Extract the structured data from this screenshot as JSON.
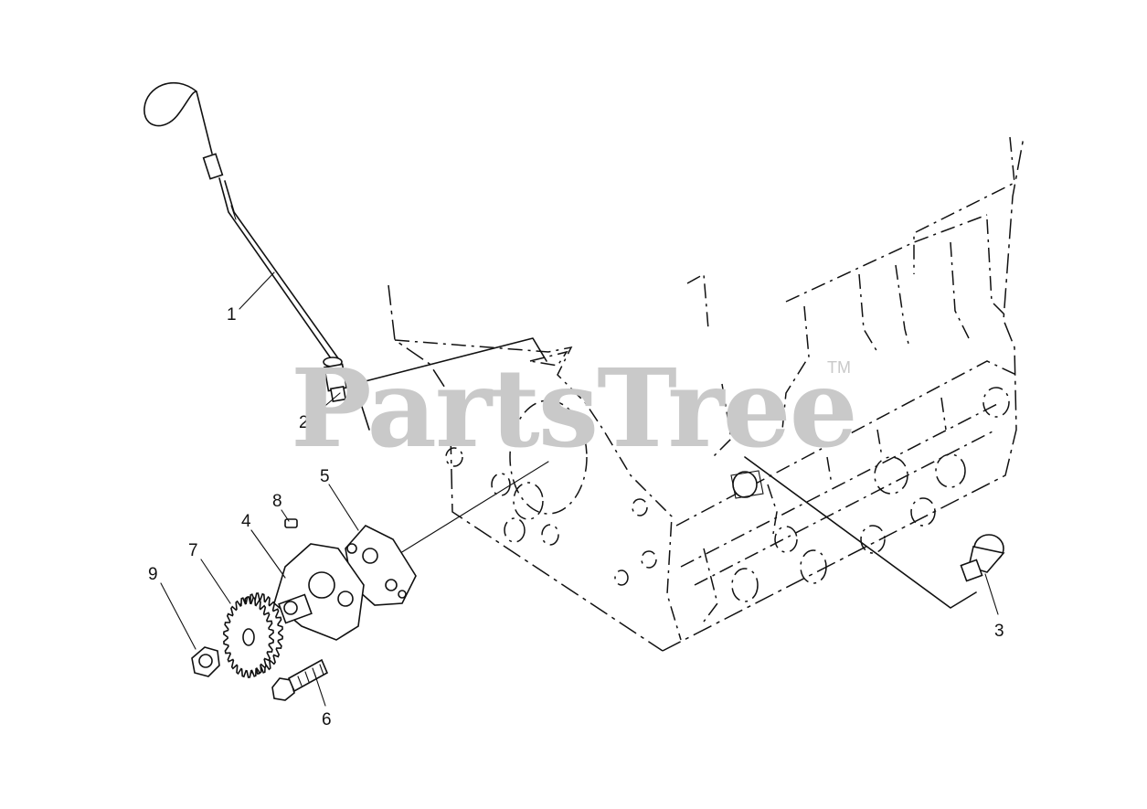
{
  "watermark": {
    "text": "PartsTree",
    "tm": "TM"
  },
  "callouts": [
    {
      "id": "1",
      "text": "1"
    },
    {
      "id": "2",
      "text": "2"
    },
    {
      "id": "3",
      "text": "3"
    },
    {
      "id": "4",
      "text": "4"
    },
    {
      "id": "5",
      "text": "5"
    },
    {
      "id": "6",
      "text": "6"
    },
    {
      "id": "7",
      "text": "7"
    },
    {
      "id": "8",
      "text": "8"
    },
    {
      "id": "9",
      "text": "9"
    }
  ]
}
